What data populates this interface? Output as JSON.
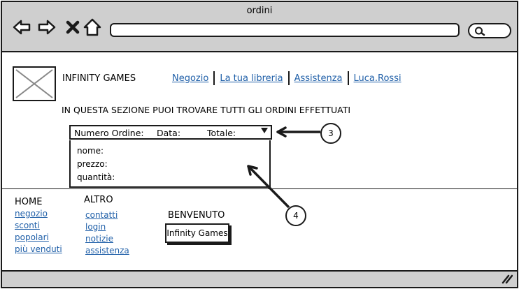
{
  "window": {
    "title": "ordini"
  },
  "toolbar": {
    "back_icon": "arrow-left-icon",
    "forward_icon": "arrow-right-icon",
    "stop_icon": "close-icon",
    "home_icon": "home-icon",
    "address_value": "",
    "search_icon": "search-icon"
  },
  "header": {
    "brand": "INFINITY GAMES",
    "menu": [
      "Negozio",
      "La tua libreria",
      "Assistenza",
      "Luca.Rossi"
    ]
  },
  "main": {
    "intro": "IN QUESTA SEZIONE PUOI TROVARE TUTTI GLI ORDINI EFFETTUATI",
    "order_header": {
      "number": "Numero Ordine:",
      "date": "Data:",
      "total": "Totale:"
    },
    "order_details": {
      "name": "nome:",
      "price": "prezzo:",
      "quantity": "quantità:"
    },
    "callouts": [
      "3",
      "4"
    ]
  },
  "footer": {
    "home": {
      "title": "HOME",
      "links": [
        "negozio",
        "sconti",
        "popolari",
        "più venduti"
      ]
    },
    "altro": {
      "title": "ALTRO",
      "links": [
        "contatti",
        "login",
        "notizie",
        "assistenza"
      ]
    },
    "welcome": {
      "title": "BENVENUTO",
      "box": "Infinity Games"
    }
  },
  "colors": {
    "link": "#1f5fa8",
    "chrome": "#cfcfcf",
    "stroke": "#1a1a1a"
  }
}
